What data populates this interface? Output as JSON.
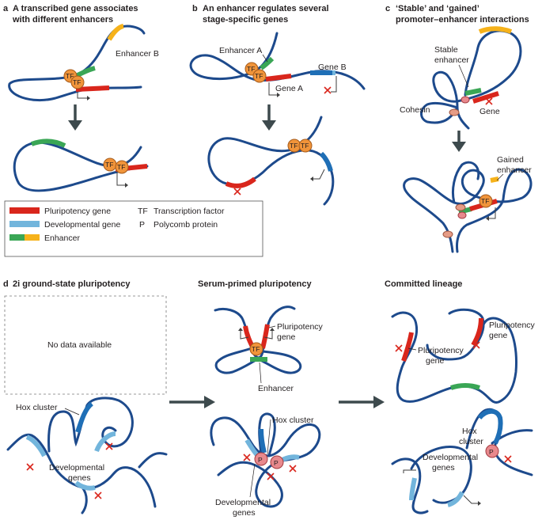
{
  "panels": {
    "a": {
      "letter": "a",
      "title_line1": "A transcribed gene associates",
      "title_line2": "with different enhancers",
      "enhancer_b": "Enhancer B"
    },
    "b": {
      "letter": "b",
      "title_line1": "An enhancer regulates several",
      "title_line2": "stage-specific genes",
      "enhancer_a": "Enhancer A",
      "gene_a": "Gene A",
      "gene_b": "Gene B"
    },
    "c": {
      "letter": "c",
      "title_line1": "‘Stable’ and ‘gained’",
      "title_line2": "promoter–enhancer interactions",
      "stable_1": "Stable",
      "stable_2": "enhancer",
      "cohesin": "Cohesin",
      "gene": "Gene",
      "gained_1": "Gained",
      "gained_2": "enhancer"
    },
    "d": {
      "letter": "d",
      "title_2i": "2i ground-state pluripotency",
      "title_serum": "Serum-primed pluripotency",
      "title_committed": "Committed lineage",
      "no_data": "No data available",
      "hox_cluster": "Hox cluster",
      "developmental_1": "Developmental",
      "developmental_2": "genes",
      "pluri_gene_1": "Pluripotency",
      "pluri_gene_2": "gene",
      "enhancer": "Enhancer",
      "hox_1": "Hox",
      "hox_2": "cluster"
    }
  },
  "legend": {
    "pluripotency_gene": "Pluripotency gene",
    "developmental_gene": "Developmental gene",
    "enhancer": "Enhancer",
    "tf_abbr": "TF",
    "tf_label": "Transcription factor",
    "p_abbr": "P",
    "p_label": "Polycomb protein"
  },
  "glyphs": {
    "tf": "TF",
    "p": "P"
  },
  "colors": {
    "dna": "#1d4a8c",
    "pluripotency": "#d9261c",
    "developmental": "#72b5dc",
    "hox": "#1f6fb6",
    "enhancer_green": "#3aa655",
    "enhancer_yellow": "#f6b21a",
    "tf": "#f0943a",
    "polycomb": "#e8898d"
  }
}
